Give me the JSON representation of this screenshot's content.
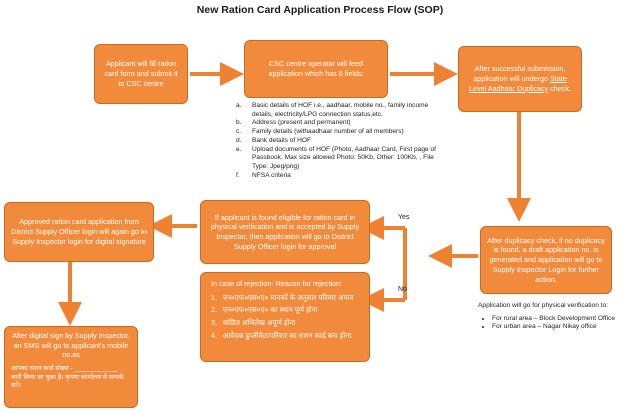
{
  "title": "New Ration Card Application Process Flow (SOP)",
  "applicant_box": "Applicant will fill ration card form and submit it to CSC centre",
  "csc_box": "CSC centre operator will feed application which has 6 fields:",
  "fields": [
    {
      "letter": "a.",
      "text": "Basic details of HOF i.e., aadhaar, mobile no., family income details, electricity/LPG connection status,etc."
    },
    {
      "letter": "b.",
      "text": "Address (present and permanent)"
    },
    {
      "letter": "c.",
      "text": "Family details (withaadhaar number of all members)"
    },
    {
      "letter": "d.",
      "text": "Bank details of HOF"
    },
    {
      "letter": "e.",
      "text": "Upload documents of HOF (Photo, Aadhaar Card, First page of Passbook, Max size allowed Photo:  50Kb, Other: 100Kb, , File Type: Jpeg/png)"
    },
    {
      "letter": "f.",
      "text": "NFSA criteria"
    }
  ],
  "submission_box": {
    "before": "After successful submission, application will undergo ",
    "underlined": "State Level Aadhaar Duplicacy",
    "after": " check."
  },
  "duplicacy_box": "After duplicacy check, if no duplicacy is found, a draft application no. is generated and application will go to Supply Inspector Login for further action.",
  "physical_verification": {
    "heading": "Application will go for physical verification to:",
    "items": [
      "For rural area – Block Development Office",
      "For urban area – Nagar Nikay office"
    ]
  },
  "eligible_box": "If applicant is found eligible for ration card in physical verification and is accepted by Supply Inspector, then application will go to District Supply Officer login for approval",
  "approved_box": "Approved ration card application from District Supply Officer login will again go to Supply Inspector login for digital signature",
  "sms_box": {
    "main": "After digital sign by Supply Inspector, an SMS will go to applicant's mobile no.as",
    "line1": "आपका राशन कार्ड संख्या - ____________",
    "line2": "जारी किया जा चुका है। कृपया कार्यालय से सम्पर्क करें।"
  },
  "rejection_box": {
    "heading": "In case of rejection- Reason for rejection:",
    "reasons": [
      "एन०एफ०एस०ए० मानकों के अनुसार परिवार अपात्र",
      "एन०एफ०एस०ए० का स्थान पूर्ण होना",
      "वांछित अभिलेख अपूर्ण होना",
      "आवेदक डुप्लीकेट/परिवार का राशन कार्ड बना होना"
    ]
  },
  "labels": {
    "yes": "Yes",
    "no": "No"
  },
  "colors": {
    "box_fill": "#f28a3c",
    "arrow": "#ee8232"
  }
}
